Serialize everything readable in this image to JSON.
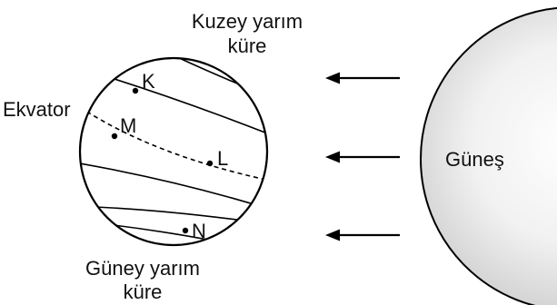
{
  "labels": {
    "northern_hemisphere_line1": "Kuzey yarım",
    "northern_hemisphere_line2": "küre",
    "southern_hemisphere_line1": "Güney yarım",
    "southern_hemisphere_line2": "küre",
    "equator": "Ekvator",
    "sun": "Güneş"
  },
  "points": {
    "k": "K",
    "m": "M",
    "l": "L",
    "n": "N"
  },
  "colors": {
    "stroke": "#000000",
    "text": "#111111",
    "sun_light": "#ffffff",
    "sun_dark": "#cfcfcf"
  }
}
